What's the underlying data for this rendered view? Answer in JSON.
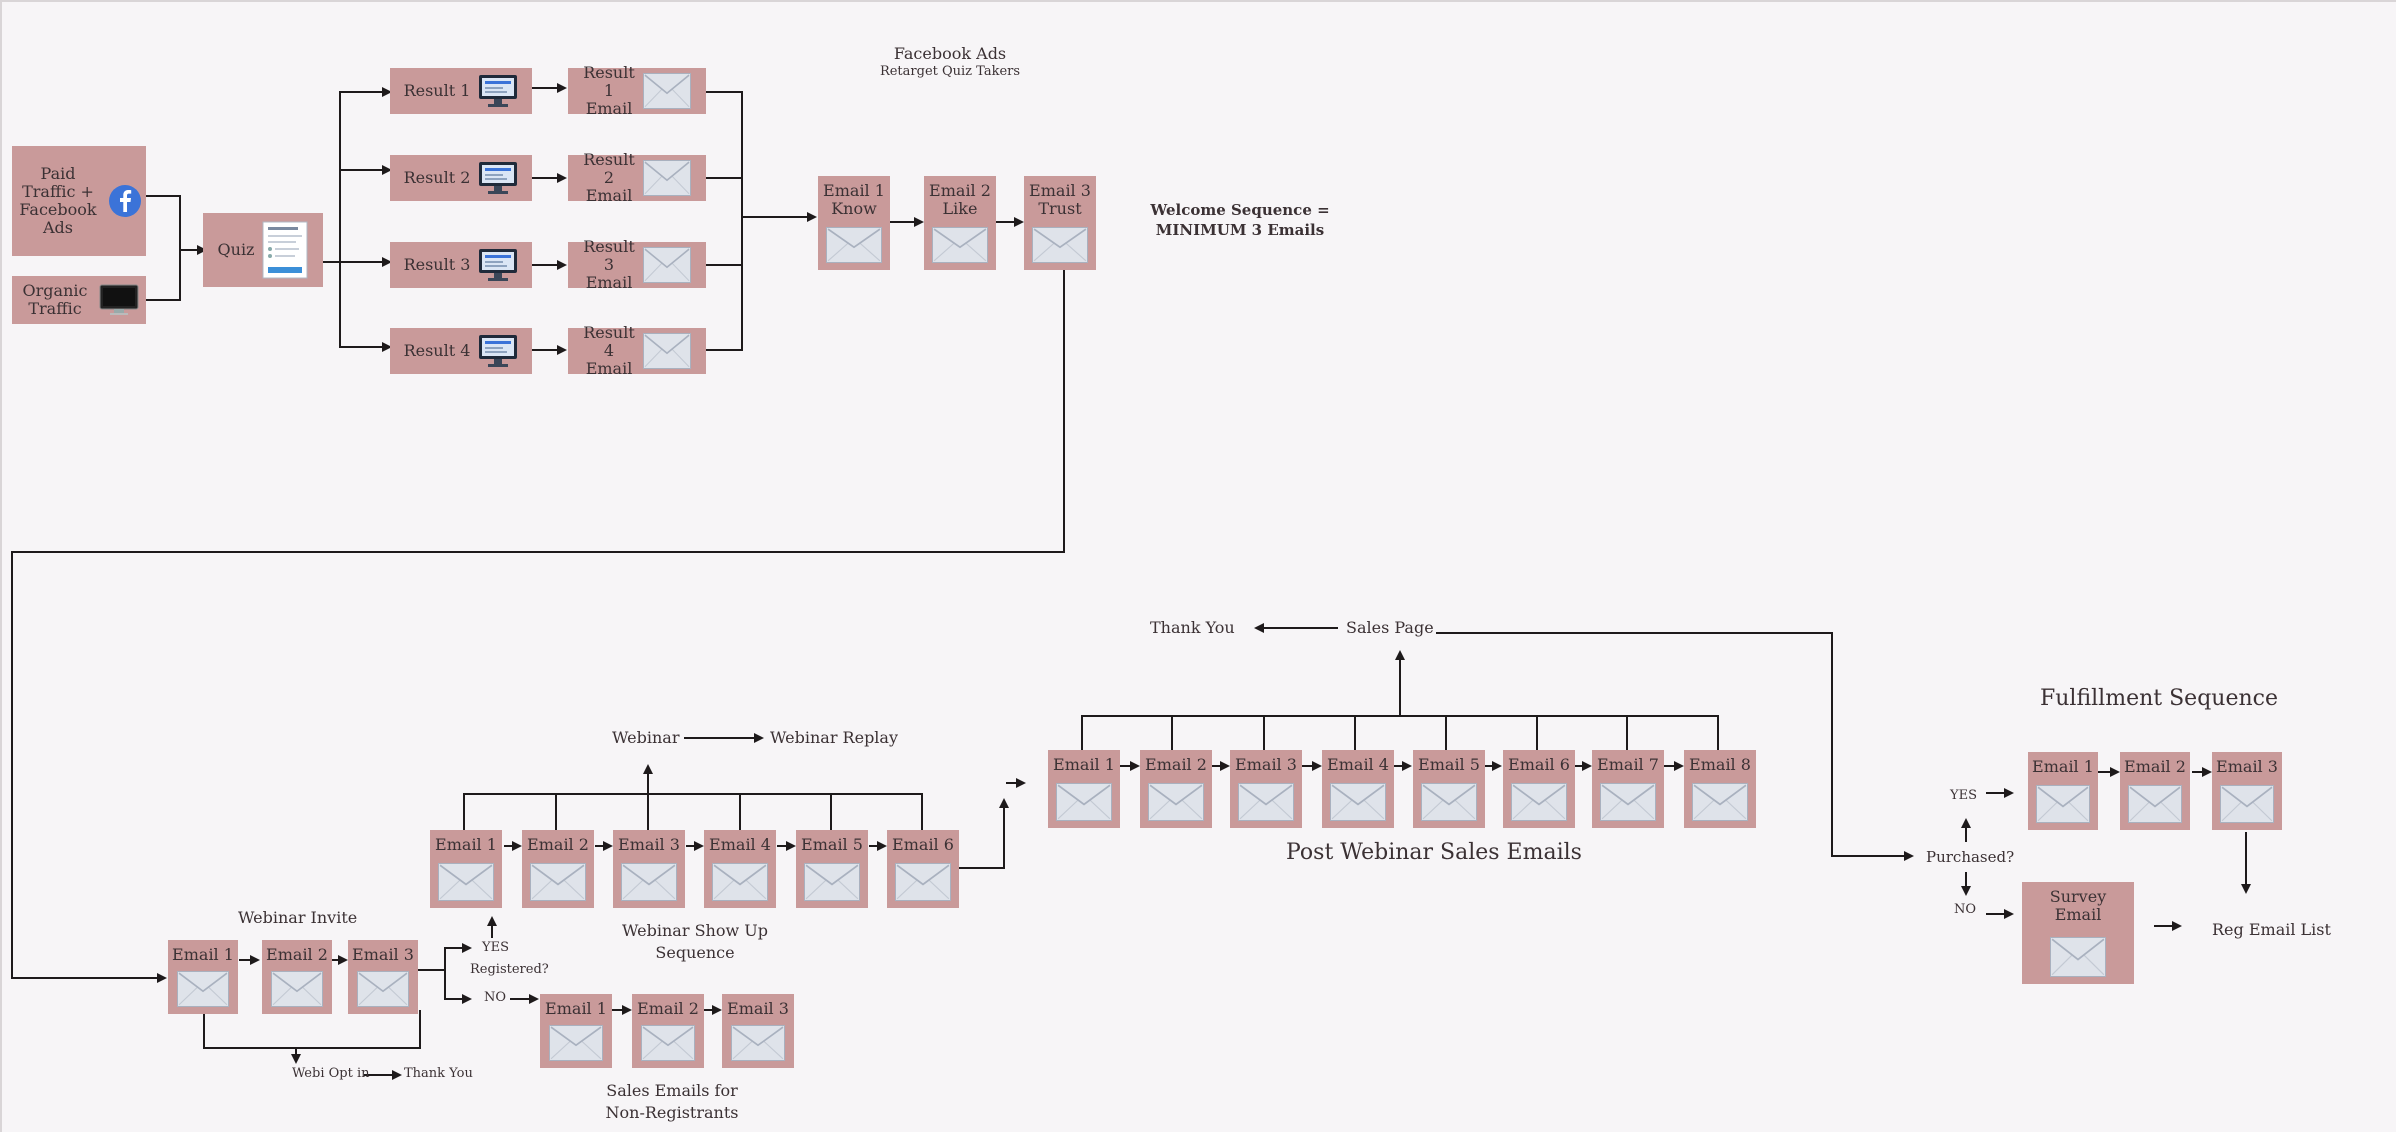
{
  "sources": {
    "paid_traffic": "Paid Traffic + Facebook Ads",
    "organic_traffic": "Organic Traffic"
  },
  "quiz": {
    "label": "Quiz"
  },
  "results": [
    {
      "label": "Result 1",
      "email": "Result 1 Email"
    },
    {
      "label": "Result 2",
      "email": "Result 2 Email"
    },
    {
      "label": "Result 3",
      "email": "Result 3 Email"
    },
    {
      "label": "Result 4",
      "email": "Result 4 Email"
    }
  ],
  "facebook_ads": {
    "title": "Facebook Ads",
    "subtitle": "Retarget Quiz Takers"
  },
  "welcome": {
    "emails": [
      "Email 1 Know",
      "Email 2 Like",
      "Email 3 Trust"
    ],
    "note": "Welcome Sequence = MINIMUM 3 Emails"
  },
  "webinar_invite": {
    "title": "Webinar Invite",
    "emails": [
      "Email 1",
      "Email 2",
      "Email 3"
    ],
    "opt_in": "Webi Opt in",
    "thank_you": "Thank You"
  },
  "registered": {
    "question": "Registered?",
    "yes": "YES",
    "no": "NO"
  },
  "show_up": {
    "emails": [
      "Email 1",
      "Email 2",
      "Email 3",
      "Email 4",
      "Email 5",
      "Email 6"
    ],
    "title": "Webinar Show Up Sequence",
    "webinar": "Webinar",
    "replay": "Webinar Replay"
  },
  "non_registrants": {
    "emails": [
      "Email 1",
      "Email 2",
      "Email 3"
    ],
    "title": "Sales Emails for Non-Registrants"
  },
  "post_webinar": {
    "emails": [
      "Email 1",
      "Email 2",
      "Email 3",
      "Email 4",
      "Email 5",
      "Email 6",
      "Email 7",
      "Email 8"
    ],
    "title": "Post Webinar Sales Emails",
    "sales_page": "Sales Page",
    "thank_you": "Thank You"
  },
  "fulfillment": {
    "title": "Fulfillment Sequence",
    "emails": [
      "Email 1",
      "Email 2",
      "Email 3"
    ],
    "question": "Purchased?",
    "yes": "YES",
    "no": "NO",
    "survey": "Survey Email",
    "reg_list": "Reg Email List"
  },
  "colors": {
    "box": "#c99a9a",
    "envelope": "#dfe3ea",
    "line": "#1e1a1b",
    "text": "#3b3134",
    "background": "#f7f5f7"
  }
}
